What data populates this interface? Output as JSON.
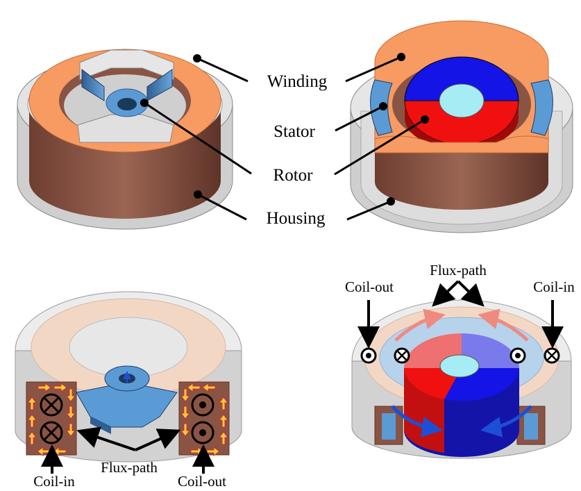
{
  "top_labels": {
    "winding": "Winding",
    "stator": "Stator",
    "rotor": "Rotor",
    "housing": "Housing"
  },
  "bottom_left": {
    "flux_path": "Flux-path",
    "coil_in": "Coil-in",
    "coil_out": "Coil-out"
  },
  "bottom_right": {
    "flux_path": "Flux-path",
    "coil_out": "Coil-out",
    "coil_in": "Coil-in"
  },
  "colors": {
    "winding": "#f79b62",
    "housing_side": "#8a5444",
    "housing_rim": "#d9d9d9",
    "stator": "#e6e6e6",
    "stator_blue": "#5b9bd5",
    "rotor_blue": "#1414e6",
    "rotor_red": "#f01010",
    "bore": "#a6ecf5",
    "flux_arrow": "#f2d03a"
  },
  "icons": [
    "dot-in-circle-icon",
    "cross-in-circle-icon",
    "arrow-icon"
  ]
}
